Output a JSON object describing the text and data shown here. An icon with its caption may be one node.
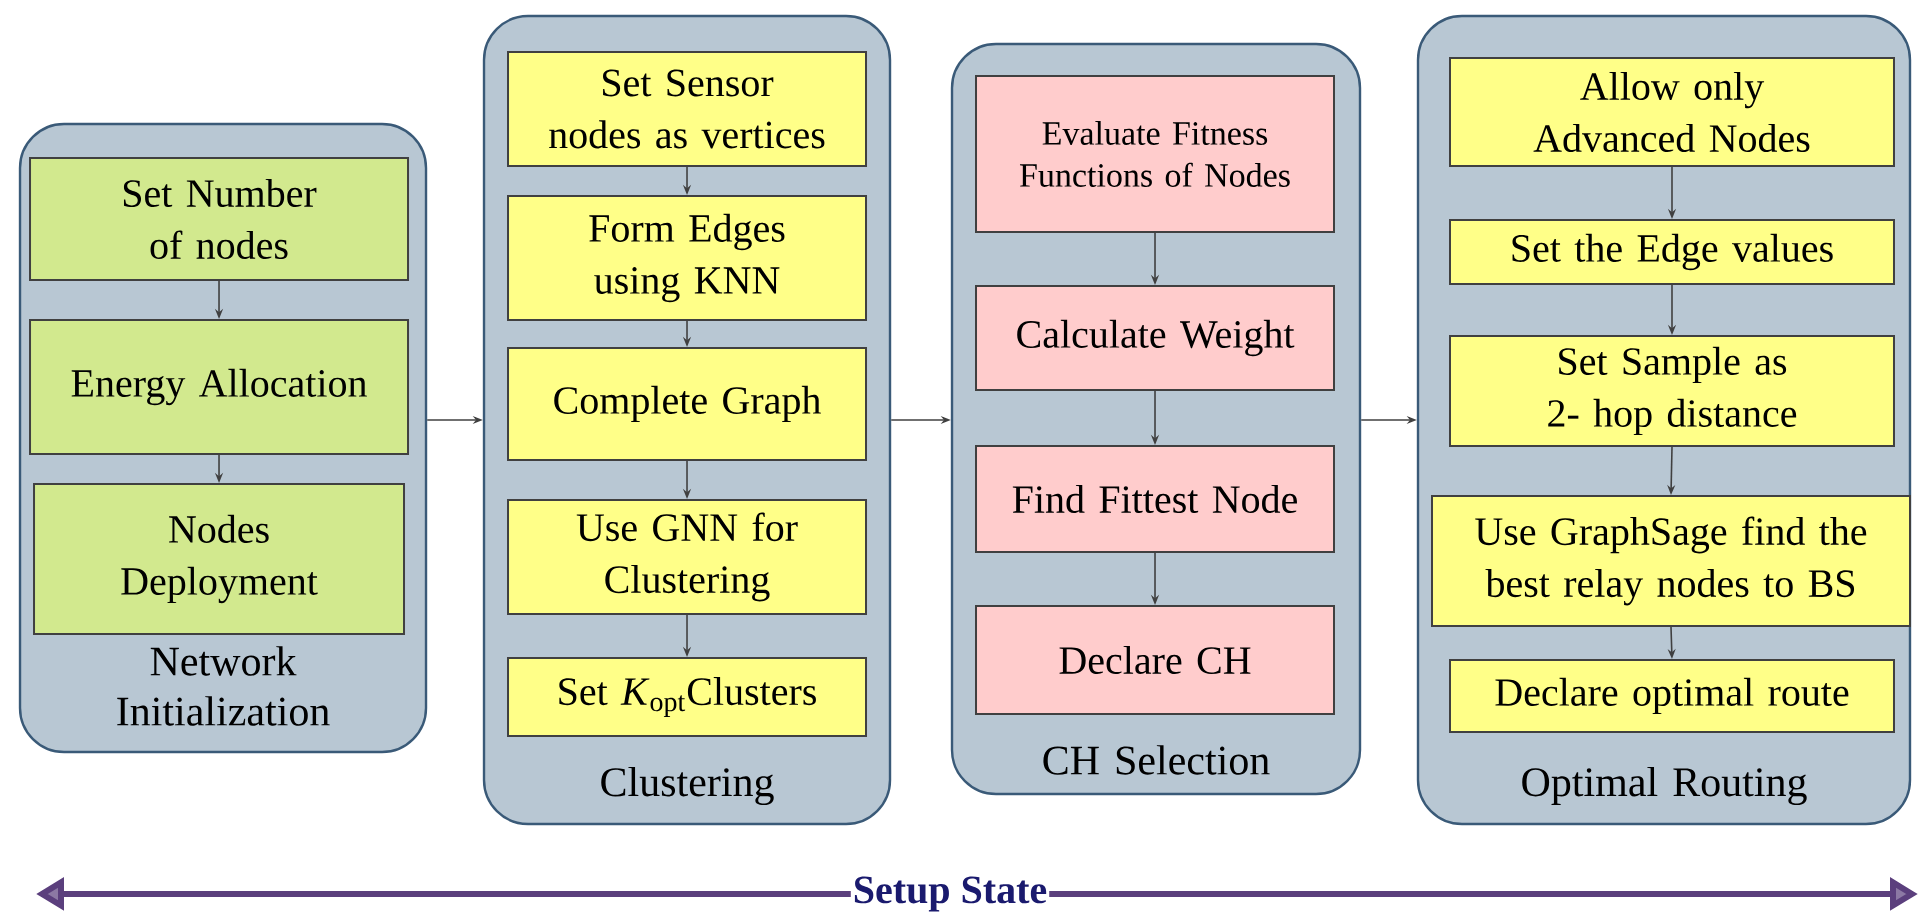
{
  "diagram": {
    "nodes": [
      {
        "text": [
          "Network Initialization"
        ]
      },
      {
        "text": [
          "Set Number of nodes"
        ],
        "in": 0
      },
      {
        "text": [
          "Energy Allocation"
        ],
        "in": 0
      },
      {
        "text": [
          "Nodes Deployment"
        ],
        "in": 0
      },
      {
        "text": [
          "Clustering"
        ]
      },
      {
        "text": [
          "Set Sensor nodes as vertices"
        ],
        "in": 4
      },
      {
        "text": [
          "Form Edges using KNN"
        ],
        "in": 4
      },
      {
        "text": [
          "Complete Graph"
        ],
        "in": 4
      },
      {
        "text": [
          "Use GNN for Clustering"
        ],
        "in": 4
      },
      {
        "text": [
          "Set *K*$_{opt}$Clusters"
        ],
        "in": 4
      },
      {
        "text": [
          "CH Selection"
        ]
      },
      {
        "text": [
          "Evaluate Fitness Functions of Nodes"
        ],
        "in": 10
      },
      {
        "text": [
          "Calculate Weight"
        ],
        "in": 10
      },
      {
        "text": [
          "Find Fittest Node"
        ],
        "in": 10
      },
      {
        "text": [
          "Declare CH"
        ],
        "in": 10
      },
      {
        "text": [
          "Optimal Routing"
        ]
      },
      {
        "text": [
          "Allow only Advanced Nodes"
        ],
        "in": 15
      },
      {
        "text": [
          "Set the Edge values"
        ],
        "in": 15
      },
      {
        "text": [
          "Set Sample as 2- hop distance"
        ],
        "in": 15
      },
      {
        "text": [
          "Use GraphSage find the best relay nodes to BS"
        ],
        "in": 15
      },
      {
        "text": [
          "Declare optimal route"
        ],
        "in": 15
      }
    ],
    "edges": [
      {
        "from": 1,
        "to": 2,
        "arrow": "to"
      },
      {
        "from": 2,
        "to": 3,
        "arrow": "to"
      },
      {
        "from": 0,
        "to": 4,
        "arrow": "to"
      },
      {
        "from": 5,
        "to": 6,
        "arrow": "to"
      },
      {
        "from": 6,
        "to": 7,
        "arrow": "to"
      },
      {
        "from": 7,
        "to": 8,
        "arrow": "to"
      },
      {
        "from": 8,
        "to": 9,
        "arrow": "to"
      },
      {
        "from": 4,
        "to": 10,
        "arrow": "to"
      },
      {
        "from": 11,
        "to": 12,
        "arrow": "to"
      },
      {
        "from": 12,
        "to": 13,
        "arrow": "to"
      },
      {
        "from": 13,
        "to": 14,
        "arrow": "to"
      },
      {
        "from": 10,
        "to": 15,
        "arrow": "to"
      },
      {
        "from": 16,
        "to": 17,
        "arrow": "to"
      },
      {
        "from": 17,
        "to": 18,
        "arrow": "to"
      },
      {
        "from": 18,
        "to": 19,
        "arrow": "to"
      },
      {
        "from": 19,
        "to": 20,
        "arrow": "to"
      }
    ],
    "labels": [
      "Setup State"
    ]
  }
}
